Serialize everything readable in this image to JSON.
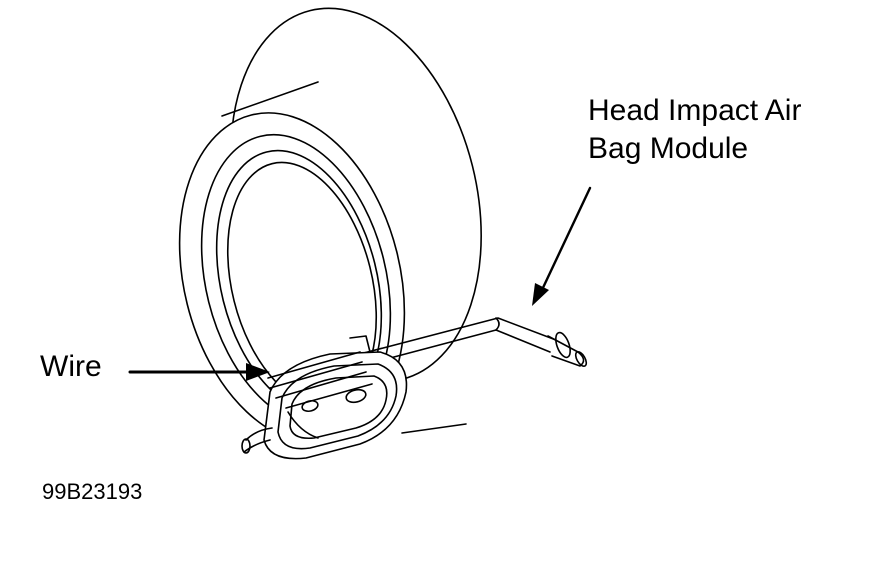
{
  "labels": {
    "head_impact_line1": "Head Impact Air",
    "head_impact_line2": "Bag Module",
    "wire": "Wire",
    "figure_code": "99B23193"
  },
  "colors": {
    "stroke": "#000000",
    "fill": "#ffffff"
  },
  "icons": [
    "arrow-to-module",
    "arrow-to-wire"
  ]
}
